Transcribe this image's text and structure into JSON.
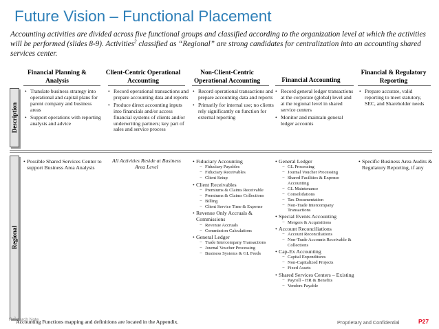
{
  "title": "Future Vision – Functional Placement",
  "intro": {
    "part1": "Accounting activities are divided across five functional groups and classified according to the organization level at which the activities will be performed (slides 8-9). Activities",
    "sup": "2",
    "part2": " classified as “Regional” are strong candidates for centralization into an accounting shared services center."
  },
  "side_labels": {
    "description": "Description",
    "regional": "Regional"
  },
  "columns": [
    {
      "header": "Financial Planning & Analysis",
      "description": [
        "Translate business strategy into operational and capital plans for parent company and business areas",
        "Support operations with reporting analysis and advice"
      ],
      "regional_bullets": [
        "Possible Shared Services Center to support Business Area Analysis"
      ]
    },
    {
      "header": "Client-Centric Operational Accounting",
      "description": [
        "Record operational transactions and prepare accounting data and reports",
        "Produce direct accounting inputs into financials and/or access financial systems of clients and/or underwriting partners; key part of sales and service process"
      ],
      "regional_note": "All Activities Reside at Business Area Level"
    },
    {
      "header": "Non-Client-Centric Operational Accounting",
      "description": [
        "Record operational transactions and prepare accounting data and reports",
        "Primarily for internal use; no clients rely significantly on function for external reporting"
      ],
      "regional_groups": [
        {
          "head": "Fiduciary Accounting",
          "subs": [
            "Fiduciary Payables",
            "Fiduciary Receivables",
            "Client Setup"
          ]
        },
        {
          "head": "Client Receivables",
          "subs": [
            "Premiums & Claims Receivable",
            "Premiums & Claims Collections",
            "Billing",
            "Client Service Time & Expense"
          ]
        },
        {
          "head": "Revenue Only Accruals & Commissions",
          "subs": [
            "Revenue Accruals",
            "Commission Calculations"
          ]
        },
        {
          "head": "General Ledger",
          "subs": [
            "Trade Intercompany Transactions",
            "Journal Voucher Processing",
            "Business Systems & GL Feeds"
          ]
        }
      ]
    },
    {
      "header": "Financial Accounting",
      "description": [
        "Record general ledger transactions at the corporate (global) level and at the regional level in shared service centers",
        "Monitor and maintain general ledger accounts"
      ],
      "regional_groups": [
        {
          "head": "General Ledger",
          "subs": [
            "GL Processing",
            "Journal Voucher Processing",
            "Shared Facilities & Expense Accounting",
            "GL Maintenance",
            "Consolidations",
            "Tax Documentation",
            "Non-Trade Intercompany Transactions"
          ]
        },
        {
          "head": "Special Events Accounting",
          "subs": [
            "Mergers & Acquisitions"
          ]
        },
        {
          "head": "Account Reconciliations",
          "subs": [
            "Account Reconciliations",
            "Non-Trade Accounts Receivable & Collections"
          ]
        },
        {
          "head": "Cap-Ex Accounting",
          "subs": [
            "Capital Expenditures",
            "Non-Capitalized Projects",
            "Fixed Assets"
          ]
        },
        {
          "head": "Shared Services Centers – Existing",
          "subs": [
            "Payroll – HR & Benefits",
            "Vendors Payable"
          ]
        }
      ]
    },
    {
      "header": "Financial & Regulatory Reporting",
      "description": [
        "Prepare accurate, valid reporting to meet statutory, SEC, and Shareholder needs"
      ],
      "regional_bullets": [
        "Specific Business Area Audits & Regulatory Reporting, if any"
      ]
    }
  ],
  "footer": {
    "footnote_mark": "2",
    "footnote_tag": "Research Note",
    "footnote": "Accounting Functions mapping and definitions are located in the Appendix.",
    "proprietary": "Proprietary and Confidential",
    "page": "P27"
  }
}
